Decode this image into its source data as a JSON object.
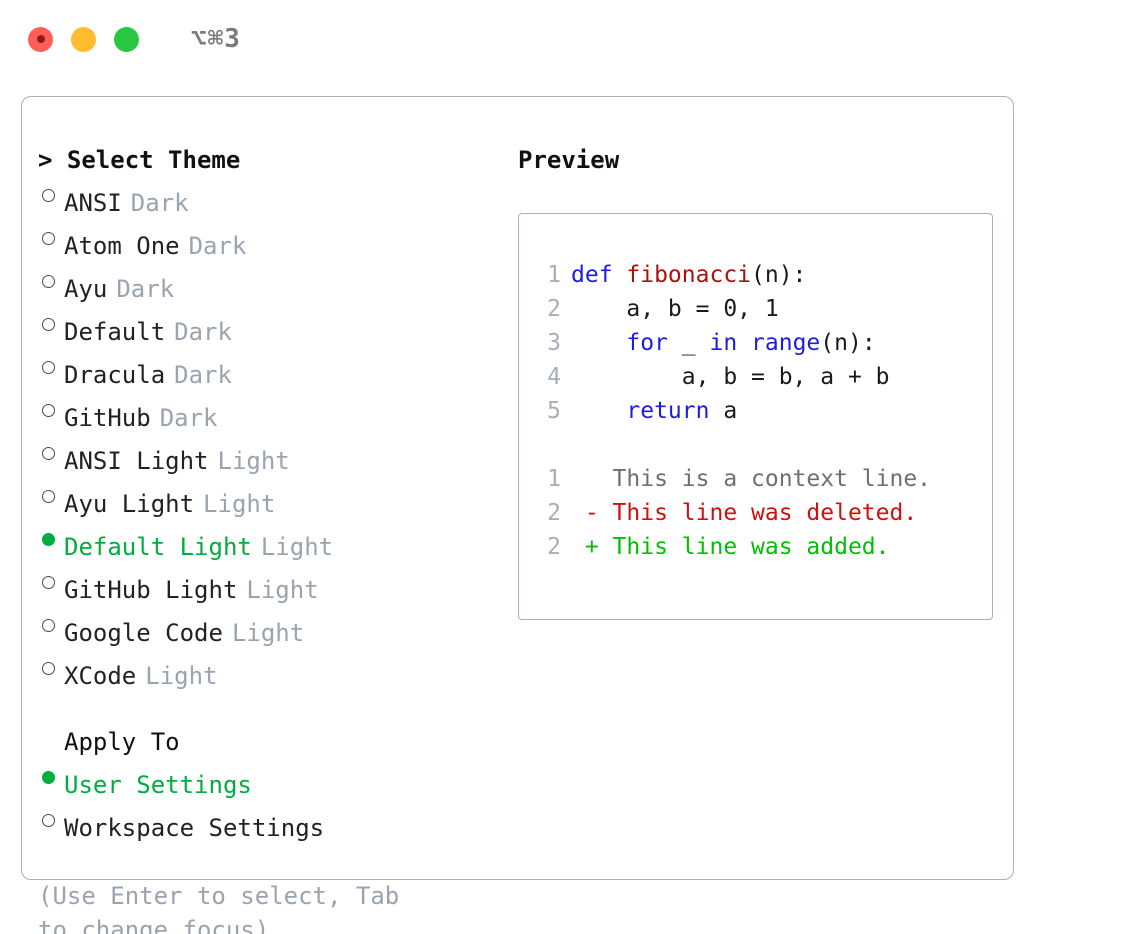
{
  "titlebar": {
    "shortcut": "⌥⌘3",
    "lights": [
      "close-red",
      "minimize-yellow",
      "zoom-green"
    ]
  },
  "colors": {
    "accent_green": "#00ae3f",
    "muted_gray": "#9aa3b0",
    "keyword_blue": "#1d1ddd",
    "function_red": "#aa1111",
    "diff_add": "#00c000",
    "diff_del": "#cc1111",
    "border": "#a7b0bd"
  },
  "theme_picker": {
    "heading": "> Select Theme",
    "items": [
      {
        "label": "ANSI",
        "tag": "Dark",
        "selected": false
      },
      {
        "label": "Atom One",
        "tag": "Dark",
        "selected": false
      },
      {
        "label": "Ayu",
        "tag": "Dark",
        "selected": false
      },
      {
        "label": "Default",
        "tag": "Dark",
        "selected": false
      },
      {
        "label": "Dracula",
        "tag": "Dark",
        "selected": false
      },
      {
        "label": "GitHub",
        "tag": "Dark",
        "selected": false
      },
      {
        "label": "ANSI Light",
        "tag": "Light",
        "selected": false
      },
      {
        "label": "Ayu Light",
        "tag": "Light",
        "selected": false
      },
      {
        "label": "Default Light",
        "tag": "Light",
        "selected": true
      },
      {
        "label": "GitHub Light",
        "tag": "Light",
        "selected": false
      },
      {
        "label": "Google Code",
        "tag": "Light",
        "selected": false
      },
      {
        "label": "XCode",
        "tag": "Light",
        "selected": false
      }
    ]
  },
  "apply_to": {
    "heading": "Apply To",
    "items": [
      {
        "label": "User Settings",
        "selected": true
      },
      {
        "label": "Workspace Settings",
        "selected": false
      }
    ]
  },
  "hint": "(Use Enter to select, Tab to change focus)",
  "preview": {
    "heading": "Preview",
    "code_lines": [
      {
        "ln": "1",
        "tokens": [
          {
            "t": "def ",
            "c": "kw"
          },
          {
            "t": "fibonacci",
            "c": "fn"
          },
          {
            "t": "(n):",
            "c": "pl"
          }
        ]
      },
      {
        "ln": "2",
        "tokens": [
          {
            "t": "    a, b = 0, 1",
            "c": "pl"
          }
        ]
      },
      {
        "ln": "3",
        "tokens": [
          {
            "t": "    ",
            "c": "pl"
          },
          {
            "t": "for",
            "c": "kw"
          },
          {
            "t": " _ ",
            "c": "pl"
          },
          {
            "t": "in",
            "c": "kw"
          },
          {
            "t": " ",
            "c": "pl"
          },
          {
            "t": "range",
            "c": "kw"
          },
          {
            "t": "(n):",
            "c": "pl"
          }
        ]
      },
      {
        "ln": "4",
        "tokens": [
          {
            "t": "        a, b = b, a + b",
            "c": "pl"
          }
        ]
      },
      {
        "ln": "5",
        "tokens": [
          {
            "t": "    ",
            "c": "pl"
          },
          {
            "t": "return",
            "c": "kw"
          },
          {
            "t": " a",
            "c": "pl"
          }
        ]
      }
    ],
    "diff_lines": [
      {
        "ln": "1",
        "text": "   This is a context line.",
        "kind": "ctx"
      },
      {
        "ln": "2",
        "text": " - This line was deleted.",
        "kind": "del"
      },
      {
        "ln": "2",
        "text": " + This line was added.",
        "kind": "add"
      }
    ]
  }
}
